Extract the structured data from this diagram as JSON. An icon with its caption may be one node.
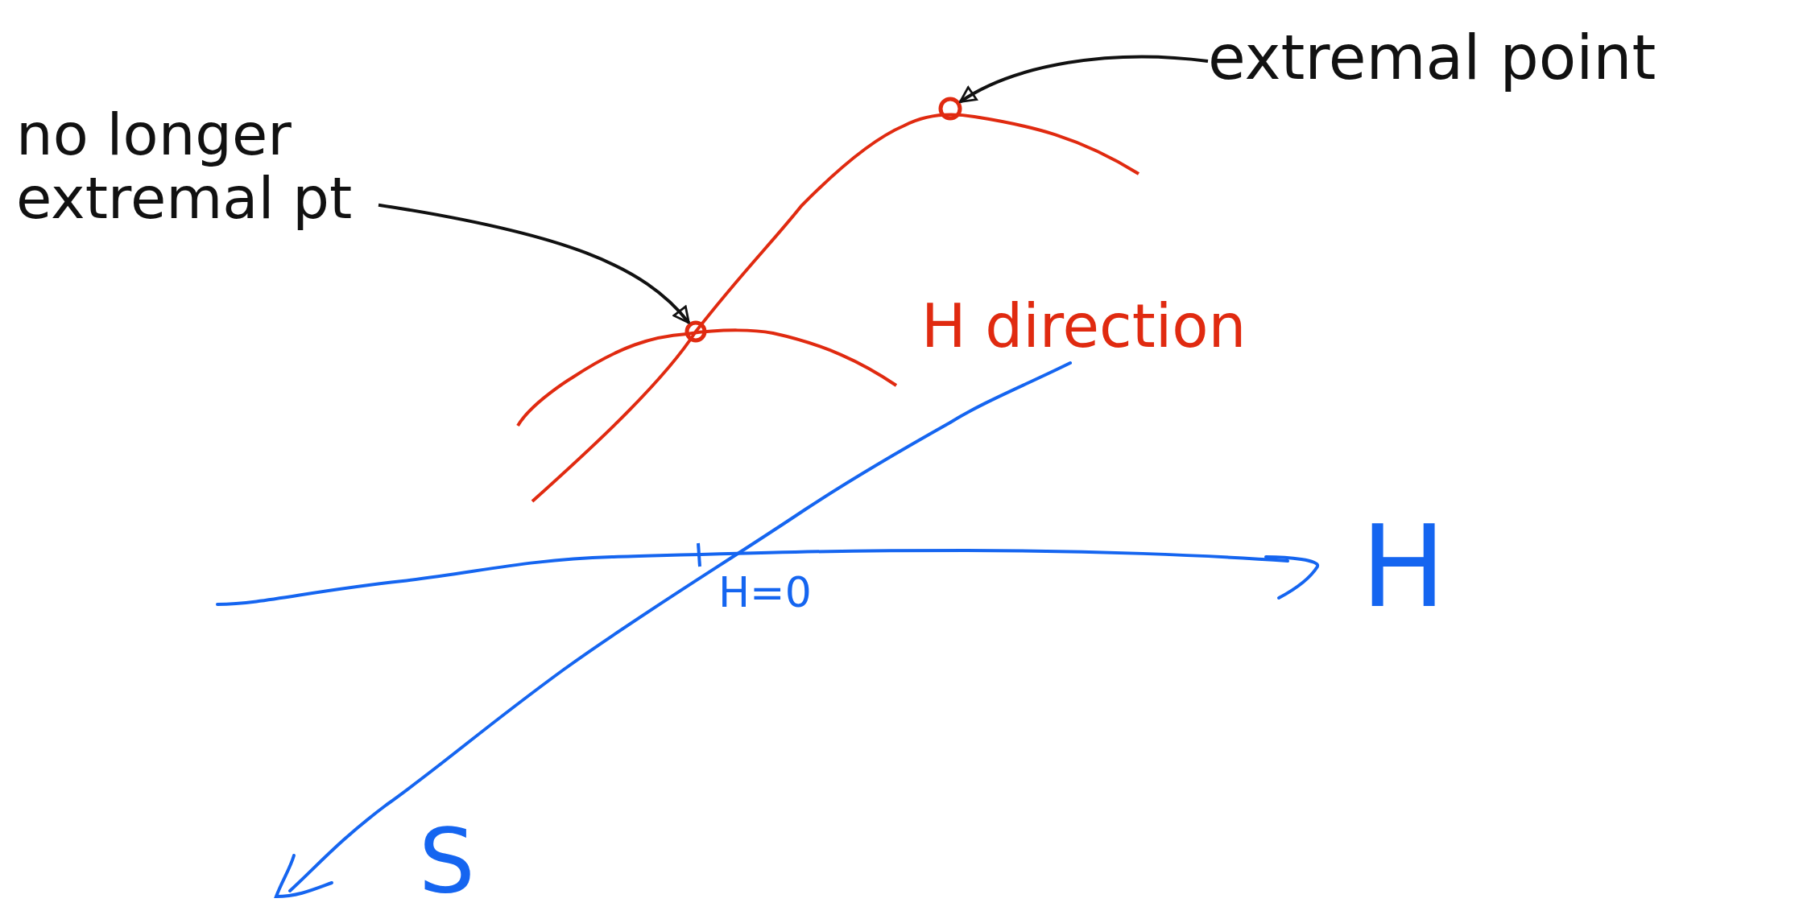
{
  "diagram": {
    "nodes": [
      {
        "text": [
          "extremal point"
        ]
      },
      {
        "text": [],
        "shape": "circle"
      },
      {
        "text": [
          "no longer extremal pt"
        ]
      },
      {
        "text": [],
        "shape": "circle"
      }
    ],
    "edges": [
      {
        "from": 0,
        "to": 1,
        "arrow": "to"
      },
      {
        "from": 2,
        "to": 3,
        "arrow": "to"
      }
    ],
    "labels": [
      "H direction",
      "H",
      "H=0",
      "S"
    ]
  }
}
